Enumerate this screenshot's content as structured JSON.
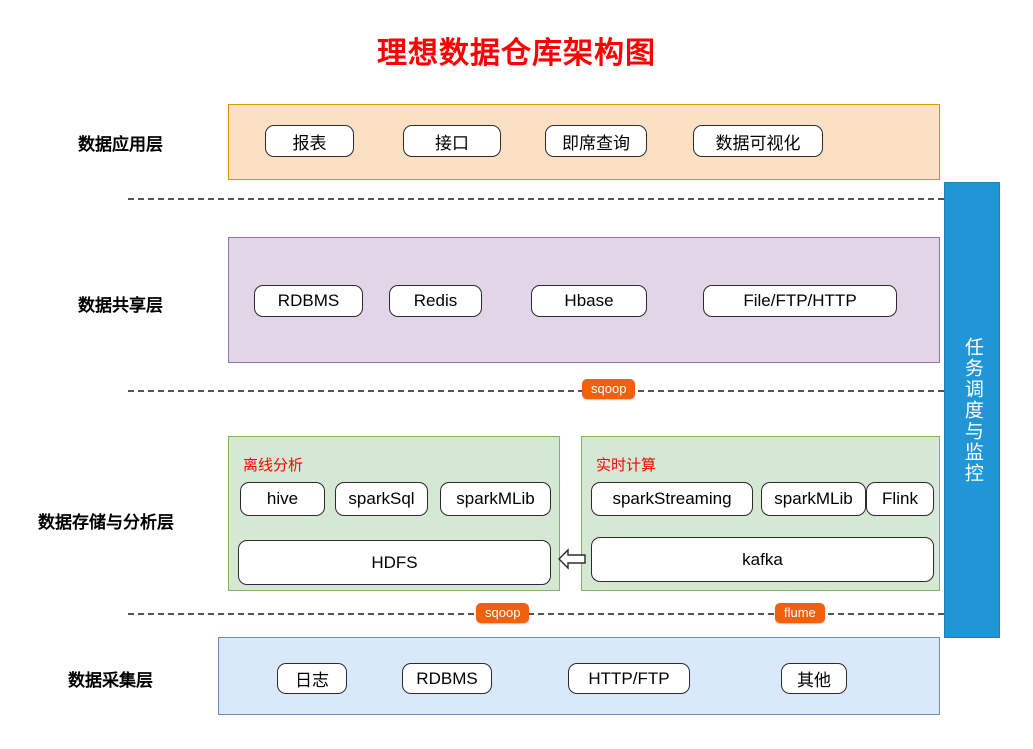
{
  "title": "理想数据仓库架构图",
  "colors": {
    "title": "#FF0000",
    "application_layer_bg": "#FBE0C4",
    "application_layer_border": "#D79B00",
    "share_layer_bg": "#E1D5E7",
    "share_layer_border": "#9673A6",
    "storage_panel_bg": "#D5E8D4",
    "storage_panel_border": "#82B366",
    "collect_layer_bg": "#DAE8FC",
    "collect_layer_border": "#6C8EBF",
    "badge_bg": "#F2600C",
    "scheduling_bar_bg": "#2196D6",
    "node_bg": "#FFFFFF",
    "node_border": "#2B2B2B"
  },
  "layers": [
    {
      "id": "application",
      "label": "数据应用层",
      "nodes": [
        "报表",
        "接口",
        "即席查询",
        "数据可视化"
      ]
    },
    {
      "id": "share",
      "label": "数据共享层",
      "nodes": [
        "RDBMS",
        "Redis",
        "Hbase",
        "File/FTP/HTTP"
      ]
    },
    {
      "id": "storage",
      "label": "数据存储与分析层",
      "panels": [
        {
          "id": "offline",
          "caption": "离线分析",
          "tools": [
            "hive",
            "sparkSql",
            "sparkMLib"
          ],
          "storage": "HDFS"
        },
        {
          "id": "realtime",
          "caption": "实时计算",
          "tools": [
            "sparkStreaming",
            "sparkMLib",
            "Flink"
          ],
          "storage": "kafka"
        }
      ]
    },
    {
      "id": "collect",
      "label": "数据采集层",
      "nodes": [
        "日志",
        "RDBMS",
        "HTTP/FTP",
        "其他"
      ]
    }
  ],
  "badges": {
    "sqoop_share": "sqoop",
    "sqoop_collect": "sqoop",
    "flume_collect": "flume"
  },
  "scheduling": {
    "label": "任务调度与监控"
  },
  "arrow": {
    "name": "kafka-to-hdfs-arrow",
    "direction": "left"
  }
}
